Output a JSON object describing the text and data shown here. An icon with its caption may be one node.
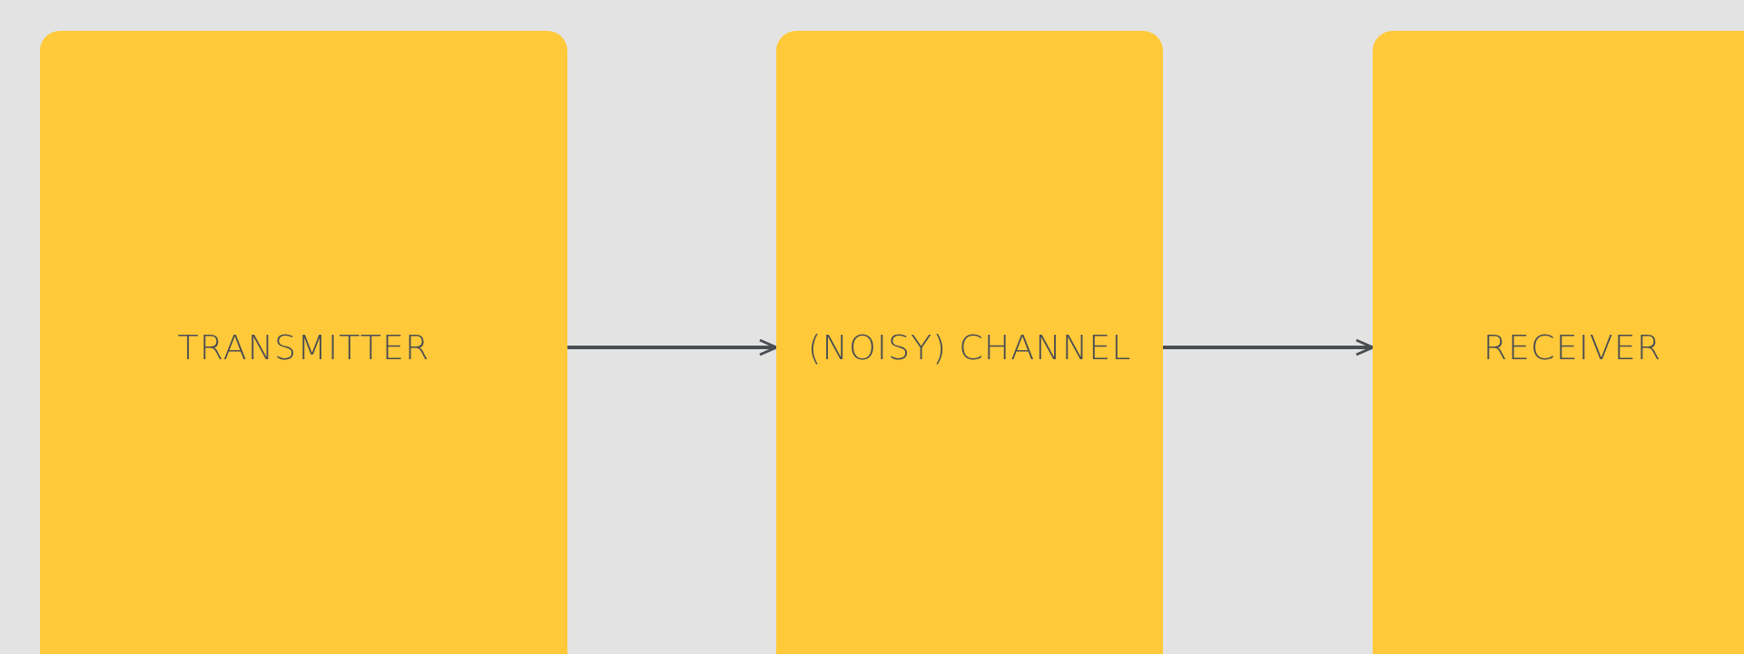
{
  "diagram": {
    "nodes": [
      {
        "text": [
          "TRANSMITTER"
        ]
      },
      {
        "text": [
          "(NOISY) CHANNEL"
        ]
      },
      {
        "text": [
          "RECEIVER"
        ]
      }
    ],
    "edges": [
      {
        "from": 0,
        "to": 1,
        "arrow": "to"
      },
      {
        "from": 1,
        "to": 2,
        "arrow": "to"
      }
    ]
  }
}
